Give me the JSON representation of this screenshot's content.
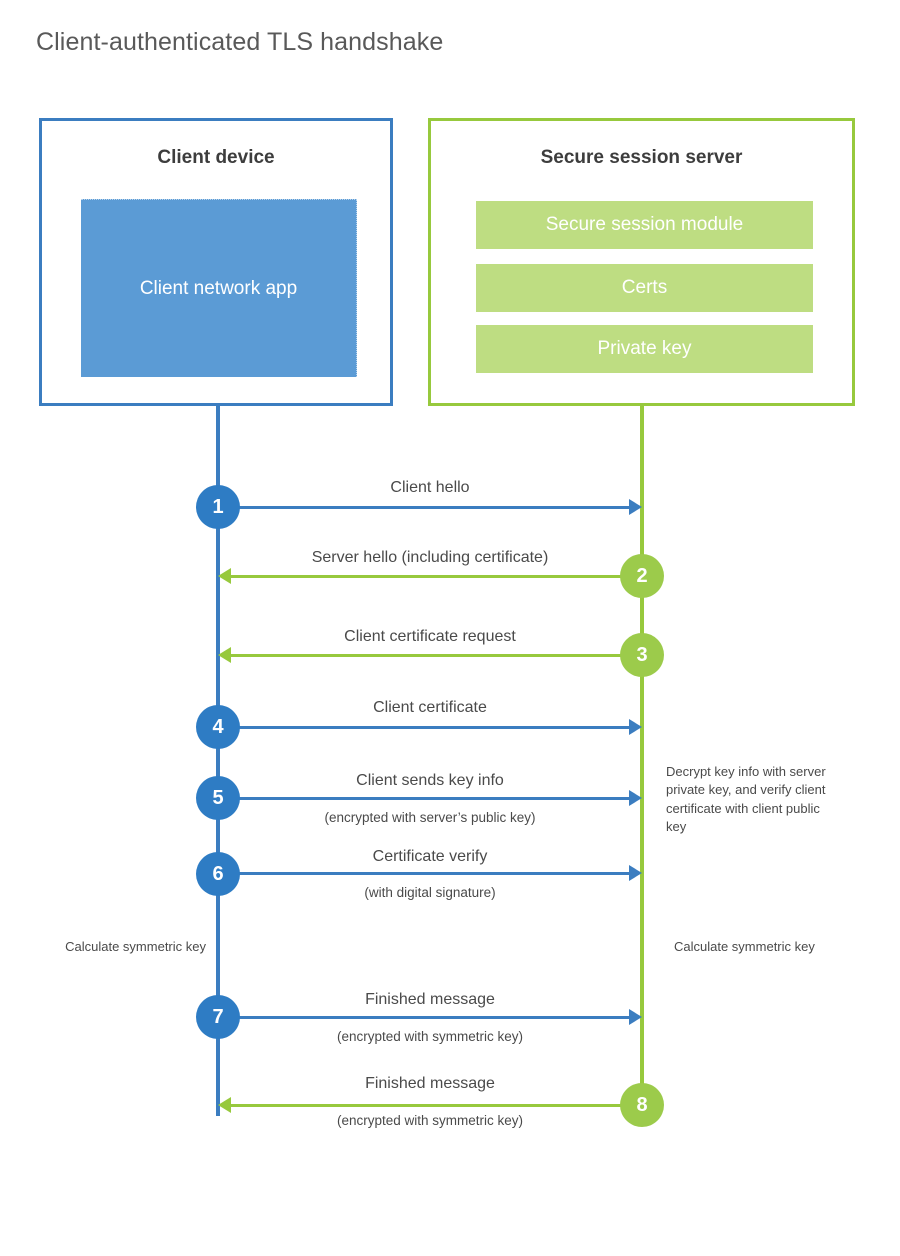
{
  "title": "Client-authenticated TLS handshake",
  "colors": {
    "client_blue": "#3b7dc0",
    "client_fill": "#5b9bd5",
    "server_green": "#97c93d",
    "server_fill": "#bedd82",
    "step_blue": "#2e7cc4",
    "step_green": "#9ccb4b",
    "text": "#4a4a4a"
  },
  "client": {
    "title": "Client device",
    "app_label": "Client network app"
  },
  "server": {
    "title": "Secure session server",
    "components": [
      "Secure session module",
      "Certs",
      "Private key"
    ]
  },
  "steps": [
    {
      "number": "1",
      "direction": "to-server",
      "label": "Client hello",
      "sub": ""
    },
    {
      "number": "2",
      "direction": "to-client",
      "label": "Server hello (including certificate)",
      "sub": ""
    },
    {
      "number": "3",
      "direction": "to-client",
      "label": "Client certificate request",
      "sub": ""
    },
    {
      "number": "4",
      "direction": "to-server",
      "label": "Client certificate",
      "sub": ""
    },
    {
      "number": "5",
      "direction": "to-server",
      "label": "Client sends key info",
      "sub": "(encrypted with server’s public key)"
    },
    {
      "number": "6",
      "direction": "to-server",
      "label": "Certificate verify",
      "sub": "(with digital signature)"
    },
    {
      "number": "7",
      "direction": "to-server",
      "label": "Finished message",
      "sub": "(encrypted with symmetric key)"
    },
    {
      "number": "8",
      "direction": "to-client",
      "label": "Finished message",
      "sub": "(encrypted with symmetric key)"
    }
  ],
  "notes": {
    "server_decrypt": "Decrypt key info with server private key, and verify client certificate with client public key",
    "client_calculate": "Calculate symmetric key",
    "server_calculate": "Calculate symmetric key"
  }
}
